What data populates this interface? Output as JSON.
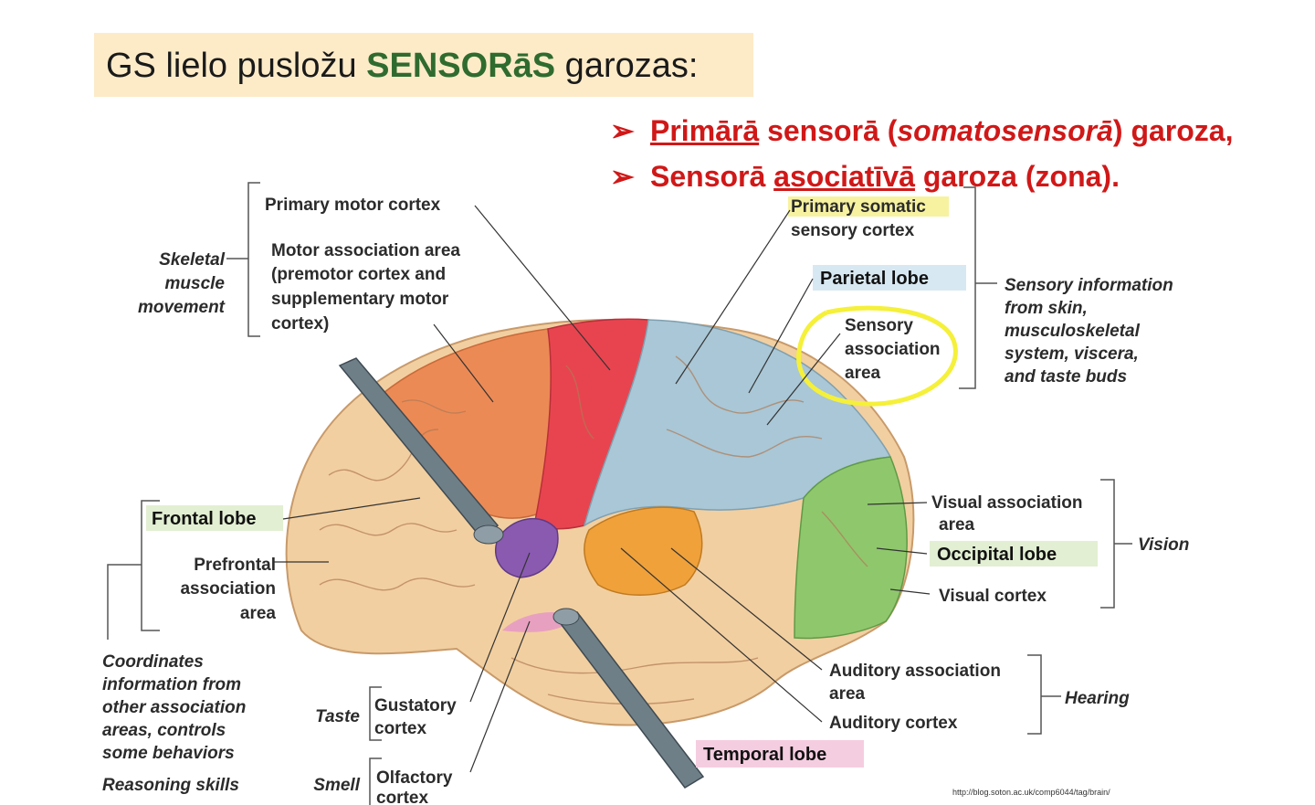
{
  "title": {
    "prefix": "GS lielo pusložu ",
    "highlight": "SENSORāS",
    "suffix": " garozas:"
  },
  "bullets": [
    {
      "u": "Primārā",
      "a": " sensorā (",
      "i": "somatosensorā",
      "b": ") garoza,"
    },
    {
      "a": "Sensorā ",
      "u": "asociatīvā",
      "b": " garoza (zona)."
    }
  ],
  "labels": {
    "primary_motor": "Primary motor cortex",
    "motor_assoc_1": "Motor association area",
    "motor_assoc_2": "(premotor cortex and",
    "motor_assoc_3": "supplementary motor",
    "motor_assoc_4": "cortex)",
    "skeletal_1": "Skeletal",
    "skeletal_2": "muscle",
    "skeletal_3": "movement",
    "primary_somatic_1": "Primary somatic",
    "primary_somatic_2": "sensory cortex",
    "parietal": "Parietal lobe",
    "sensory_assoc_1": "Sensory",
    "sensory_assoc_2": "association",
    "sensory_assoc_3": "area",
    "sensory_info_1": "Sensory information",
    "sensory_info_2": "from skin,",
    "sensory_info_3": "musculoskeletal",
    "sensory_info_4": "system, viscera,",
    "sensory_info_5": "and taste buds",
    "frontal": "Frontal lobe",
    "prefrontal_1": "Prefrontal",
    "prefrontal_2": "association",
    "prefrontal_3": "area",
    "coord_1": "Coordinates",
    "coord_2": "information from",
    "coord_3": "other association",
    "coord_4": "areas, controls",
    "coord_5": "some behaviors",
    "reasoning": "Reasoning skills",
    "taste": "Taste",
    "gustatory_1": "Gustatory",
    "gustatory_2": "cortex",
    "smell": "Smell",
    "olfactory_1": "Olfactory",
    "olfactory_2": "cortex",
    "visual_assoc_1": "Visual association",
    "visual_assoc_2": "area",
    "occipital": "Occipital lobe",
    "visual_cortex": "Visual cortex",
    "vision": "Vision",
    "auditory_assoc_1": "Auditory association",
    "auditory_assoc_2": "area",
    "auditory_cortex": "Auditory cortex",
    "hearing": "Hearing",
    "temporal": "Temporal lobe",
    "source": "http://blog.soton.ac.uk/comp6044/tag/brain/"
  },
  "colors": {
    "motor": "#e8444f",
    "premotor": "#ec8a55",
    "somatosensory": "#a9c7d6",
    "visual": "#8fc76d",
    "auditory": "#f0a13a",
    "gustatory": "#8a5ab0",
    "brain_base": "#f2cfa0",
    "highlight_green": "#e2efd2",
    "highlight_blue": "#d8e8f2",
    "highlight_pink": "#f5cde0",
    "annotation": "#f5f03a"
  }
}
